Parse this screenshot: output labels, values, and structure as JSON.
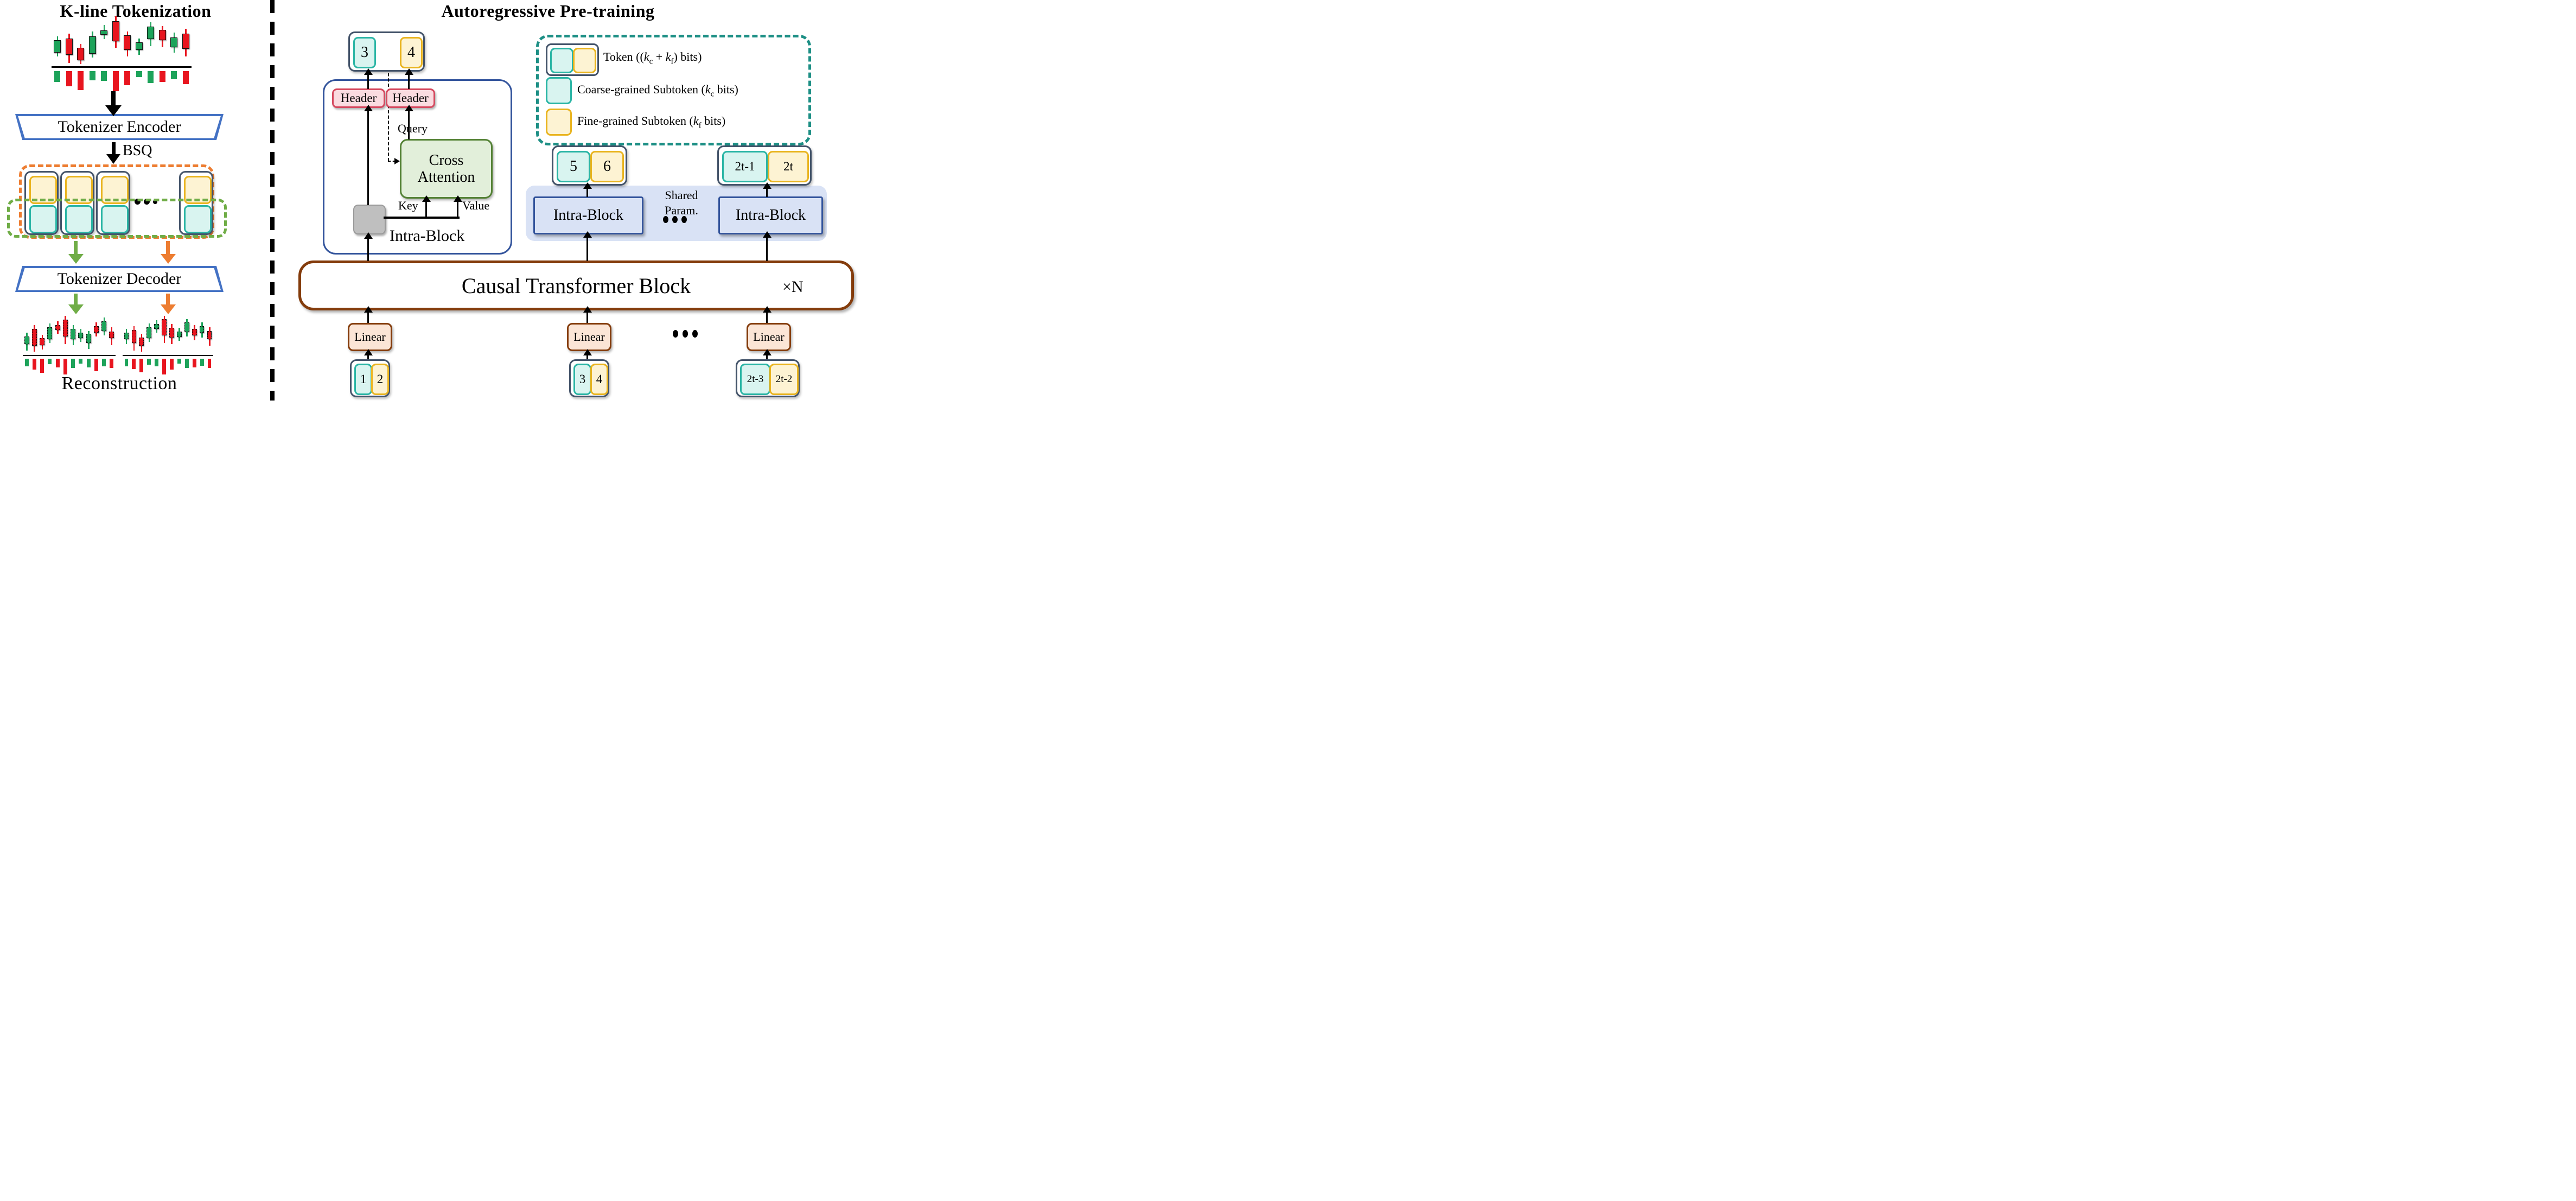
{
  "left_panel": {
    "title": "K-line Tokenization",
    "encoder_label": "Tokenizer Encoder",
    "bsq_label": "BSQ",
    "decoder_label": "Tokenizer Decoder",
    "reconstruction_label": "Reconstruction"
  },
  "right_panel": {
    "title": "Autoregressive Pre-training",
    "header_label": "Header",
    "cross_attention": {
      "line1": "Cross",
      "line2": "Attention"
    },
    "query_label": "Query",
    "key_label": "Key",
    "value_label": "Value",
    "intra_block_label": "Intra-Block",
    "shared_param": {
      "line1": "Shared",
      "line2": "Param."
    },
    "causal_block_label": "Causal Transformer Block",
    "repeat_label": "×N",
    "linear_label": "Linear",
    "tokens": {
      "predicted_pair": [
        "3",
        "4"
      ],
      "mid_pair": [
        "5",
        "6"
      ],
      "right_pair": [
        "2t-1",
        "2t"
      ],
      "input_pairs": [
        [
          "1",
          "2"
        ],
        [
          "3",
          "4"
        ],
        [
          "2t-3",
          "2t-2"
        ]
      ]
    }
  },
  "legend": {
    "rows": [
      {
        "name": "token",
        "pre": "Token ((",
        "k1": "k",
        "s1": "c",
        "mid": " + ",
        "k2": "k",
        "s2": "f",
        "post": ") bits)"
      },
      {
        "name": "coarse",
        "pre": "Coarse-grained Subtoken (",
        "k1": "k",
        "s1": "c",
        "post": " bits)"
      },
      {
        "name": "fine",
        "pre": "Fine-grained Subtoken (",
        "k1": "k",
        "s1": "f",
        "post": " bits)"
      }
    ]
  },
  "colors": {
    "coarse_fill": "#d9f4f0",
    "coarse_border": "#2ab5a5",
    "fine_fill": "#fdf3d3",
    "fine_border": "#e9b41f",
    "token_border": "#44546a",
    "header_fill": "#fadbe0",
    "header_border": "#d5495f",
    "attention_fill": "#e2efda",
    "attention_border": "#548235",
    "block_blue": "#33549c",
    "brown": "#843c0c",
    "linear_fill": "#fbe5d6",
    "region_fill": "#d9e2f5",
    "orange": "#ed7d31",
    "green": "#70ad47",
    "legend_teal": "#1d8f85",
    "candle_green": "#1da35a",
    "candle_red": "#e8151f"
  },
  "kline_charts": {
    "input": {
      "candles": [
        [
          0.5,
          0.76,
          0.42,
          0.84,
          "g",
          0.55
        ],
        [
          0.46,
          0.8,
          0.36,
          0.97,
          "r",
          0.75
        ],
        [
          0.66,
          0.92,
          0.58,
          1.0,
          "r",
          0.95
        ],
        [
          0.42,
          0.78,
          0.32,
          0.86,
          "g",
          0.45
        ],
        [
          0.3,
          0.38,
          0.18,
          0.48,
          "g",
          0.5
        ],
        [
          0.1,
          0.52,
          0.0,
          0.66,
          "r",
          1.0
        ],
        [
          0.4,
          0.7,
          0.32,
          0.84,
          "r",
          0.7
        ],
        [
          0.54,
          0.7,
          0.46,
          0.8,
          "g",
          0.3
        ],
        [
          0.22,
          0.48,
          0.12,
          0.62,
          "g",
          0.6
        ],
        [
          0.28,
          0.5,
          0.2,
          0.64,
          "r",
          0.55
        ],
        [
          0.44,
          0.64,
          0.34,
          0.76,
          "g",
          0.4
        ],
        [
          0.36,
          0.68,
          0.26,
          0.84,
          "r",
          0.65
        ]
      ]
    },
    "recon_left": {
      "candles": [
        [
          0.55,
          0.75,
          0.45,
          0.92,
          "g",
          0.5
        ],
        [
          0.35,
          0.8,
          0.25,
          0.95,
          "r",
          0.7
        ],
        [
          0.6,
          0.78,
          0.5,
          0.9,
          "r",
          0.9
        ],
        [
          0.3,
          0.62,
          0.2,
          0.72,
          "g",
          0.35
        ],
        [
          0.25,
          0.38,
          0.15,
          0.48,
          "r",
          0.55
        ],
        [
          0.1,
          0.55,
          0.0,
          0.75,
          "r",
          1.0
        ],
        [
          0.35,
          0.62,
          0.25,
          0.78,
          "g",
          0.6
        ],
        [
          0.45,
          0.6,
          0.35,
          0.7,
          "g",
          0.3
        ],
        [
          0.48,
          0.72,
          0.4,
          0.88,
          "g",
          0.55
        ],
        [
          0.28,
          0.45,
          0.18,
          0.55,
          "r",
          0.8
        ],
        [
          0.15,
          0.4,
          0.05,
          0.52,
          "g",
          0.5
        ],
        [
          0.42,
          0.6,
          0.3,
          0.78,
          "r",
          0.6
        ]
      ]
    },
    "recon_right": {
      "candles": [
        [
          0.45,
          0.62,
          0.35,
          0.75,
          "g",
          0.5
        ],
        [
          0.38,
          0.72,
          0.28,
          0.92,
          "r",
          0.65
        ],
        [
          0.58,
          0.8,
          0.48,
          0.95,
          "r",
          0.85
        ],
        [
          0.3,
          0.6,
          0.2,
          0.7,
          "g",
          0.4
        ],
        [
          0.22,
          0.35,
          0.12,
          0.45,
          "g",
          0.5
        ],
        [
          0.08,
          0.52,
          0.0,
          0.72,
          "r",
          1.0
        ],
        [
          0.32,
          0.58,
          0.22,
          0.75,
          "r",
          0.7
        ],
        [
          0.42,
          0.56,
          0.32,
          0.66,
          "g",
          0.3
        ],
        [
          0.18,
          0.42,
          0.08,
          0.55,
          "g",
          0.6
        ],
        [
          0.35,
          0.52,
          0.25,
          0.65,
          "r",
          0.55
        ],
        [
          0.28,
          0.45,
          0.18,
          0.58,
          "g",
          0.45
        ],
        [
          0.4,
          0.62,
          0.3,
          0.8,
          "r",
          0.6
        ]
      ]
    }
  }
}
